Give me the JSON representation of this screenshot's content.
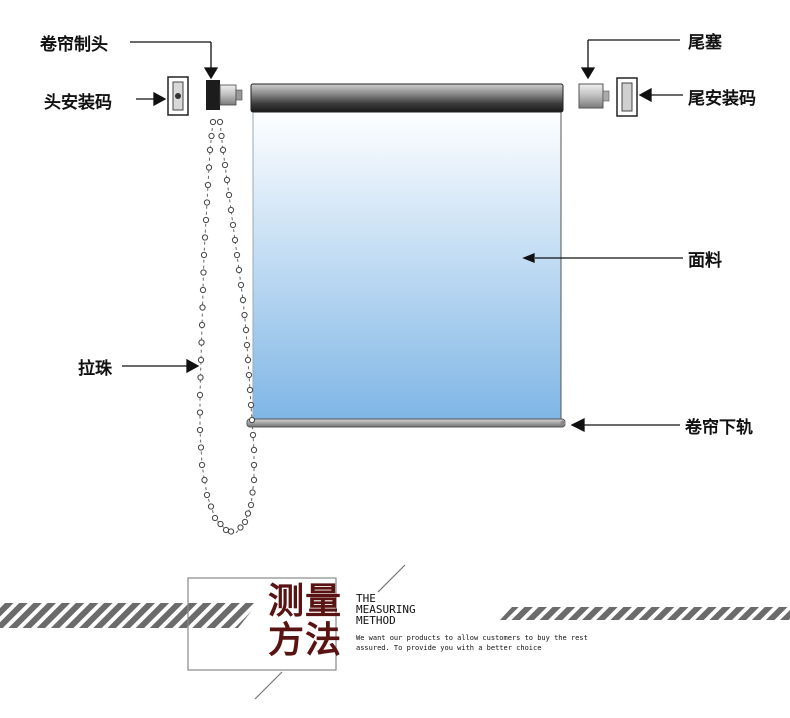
{
  "labels": {
    "head_brake": "卷帘制头",
    "head_mount": "头安装码",
    "tail_plug": "尾塞",
    "tail_mount": "尾安装码",
    "fabric": "面料",
    "bead_chain": "拉珠",
    "bottom_rail": "卷帘下轨"
  },
  "banner": {
    "title_line1": "测量",
    "title_line2": "方法",
    "en_line1": "THE",
    "en_line2": "MEASURING",
    "en_line3": "METHOD",
    "desc_line1": "We want our products to allow customers to buy the rest",
    "desc_line2": "assured. To provide you with a better choice"
  },
  "colors": {
    "fabric_top": "#ffffff",
    "fabric_bottom": "#7fb6e6",
    "title": "#5a1313",
    "stripe": "#6b6b6b"
  }
}
